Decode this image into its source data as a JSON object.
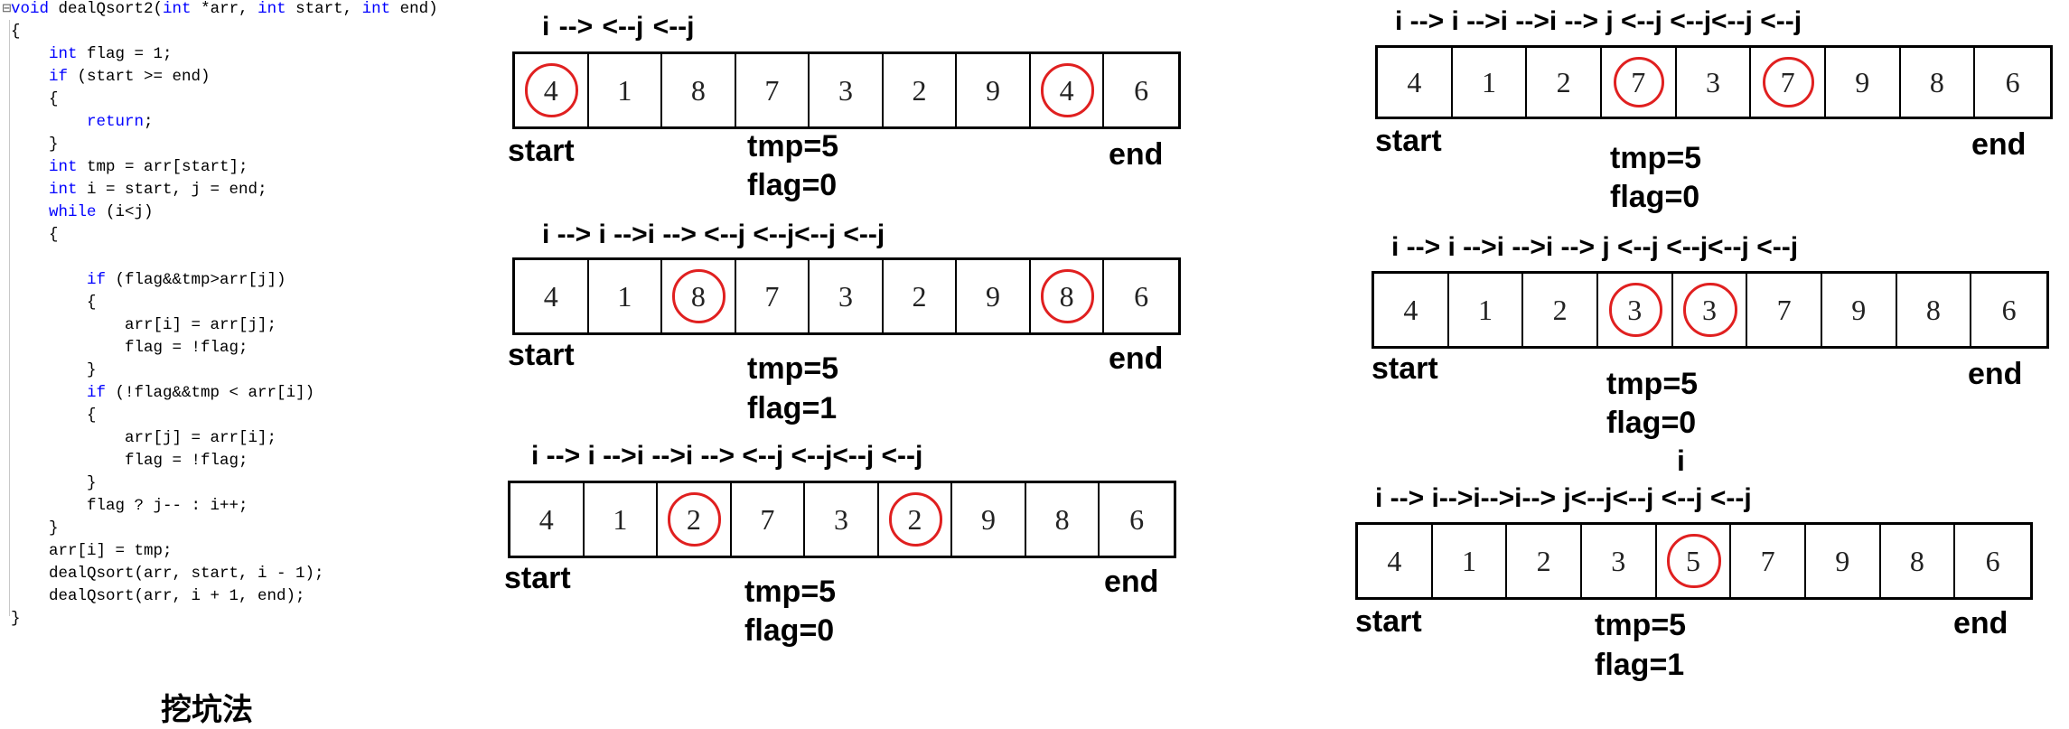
{
  "code": {
    "lines": [
      [
        [
          "void",
          "kw"
        ],
        [
          " dealQsort2(",
          ""
        ],
        [
          "int",
          "kw"
        ],
        [
          " *arr, ",
          ""
        ],
        [
          "int",
          "kw"
        ],
        [
          " start, ",
          ""
        ],
        [
          "int",
          "kw"
        ],
        [
          " end)",
          ""
        ]
      ],
      [
        [
          "{",
          ""
        ]
      ],
      [
        [
          "    ",
          ""
        ],
        [
          "int",
          "kw"
        ],
        [
          " flag = 1;",
          ""
        ]
      ],
      [
        [
          "    ",
          ""
        ],
        [
          "if",
          "kw"
        ],
        [
          " (start >= end)",
          ""
        ]
      ],
      [
        [
          "    {",
          ""
        ]
      ],
      [
        [
          "        ",
          ""
        ],
        [
          "return",
          "kw"
        ],
        [
          ";",
          ""
        ]
      ],
      [
        [
          "    }",
          ""
        ]
      ],
      [
        [
          "    ",
          ""
        ],
        [
          "int",
          "kw"
        ],
        [
          " tmp = arr[start];",
          ""
        ]
      ],
      [
        [
          "    ",
          ""
        ],
        [
          "int",
          "kw"
        ],
        [
          " i = start, j = end;",
          ""
        ]
      ],
      [
        [
          "    ",
          ""
        ],
        [
          "while",
          "kw"
        ],
        [
          " (i<j)",
          ""
        ]
      ],
      [
        [
          "    {",
          ""
        ]
      ],
      [
        [
          "",
          ""
        ]
      ],
      [
        [
          "        ",
          ""
        ],
        [
          "if",
          "kw"
        ],
        [
          " (flag&&tmp>arr[j])",
          ""
        ]
      ],
      [
        [
          "        {",
          ""
        ]
      ],
      [
        [
          "            arr[i] = arr[j];",
          ""
        ]
      ],
      [
        [
          "            flag = !flag;",
          ""
        ]
      ],
      [
        [
          "        }",
          ""
        ]
      ],
      [
        [
          "        ",
          ""
        ],
        [
          "if",
          "kw"
        ],
        [
          " (!flag&&tmp < arr[i])",
          ""
        ]
      ],
      [
        [
          "        {",
          ""
        ]
      ],
      [
        [
          "            arr[j] = arr[i];",
          ""
        ]
      ],
      [
        [
          "            flag = !flag;",
          ""
        ]
      ],
      [
        [
          "        }",
          ""
        ]
      ],
      [
        [
          "        flag ? j-- : i++;",
          ""
        ]
      ],
      [
        [
          "    }",
          ""
        ]
      ],
      [
        [
          "    arr[i] = tmp;",
          ""
        ]
      ],
      [
        [
          "    dealQsort(arr, start, i - 1);",
          ""
        ]
      ],
      [
        [
          "    dealQsort(arr, i + 1, end);",
          ""
        ]
      ],
      [
        [
          "}",
          ""
        ]
      ]
    ],
    "fold_marker": "⊟"
  },
  "caption": "挖坑法",
  "colors": {
    "circle": "#e02020",
    "keyword": "#0000ff"
  },
  "panels": [
    {
      "arrows": "i -->                                    <--j <--j",
      "values": [
        "4",
        "1",
        "8",
        "7",
        "3",
        "2",
        "9",
        "4",
        "6"
      ],
      "circled": [
        0,
        7
      ],
      "start": "start",
      "end": "end",
      "tmp": "tmp=5",
      "flag": "flag=0"
    },
    {
      "arrows": "i --> i -->i -->             <--j <--j<--j <--j",
      "values": [
        "4",
        "1",
        "8",
        "7",
        "3",
        "2",
        "9",
        "8",
        "6"
      ],
      "circled": [
        2,
        7
      ],
      "start": "start",
      "end": "end",
      "tmp": "tmp=5",
      "flag": "flag=1"
    },
    {
      "arrows": "i --> i -->i -->i -->     <--j <--j<--j <--j",
      "values": [
        "4",
        "1",
        "2",
        "7",
        "3",
        "2",
        "9",
        "8",
        "6"
      ],
      "circled": [
        2,
        5
      ],
      "start": "start",
      "end": "end",
      "tmp": "tmp=5",
      "flag": "flag=0"
    },
    {
      "arrows": "i --> i -->i -->i --> j <--j <--j<--j <--j",
      "values": [
        "4",
        "1",
        "2",
        "7",
        "3",
        "7",
        "9",
        "8",
        "6"
      ],
      "circled": [
        3,
        5
      ],
      "start": "start",
      "end": "end",
      "tmp": "tmp=5",
      "flag": "flag=0"
    },
    {
      "arrows": "i --> i -->i -->i --> j <--j <--j<--j <--j",
      "values": [
        "4",
        "1",
        "2",
        "3",
        "3",
        "7",
        "9",
        "8",
        "6"
      ],
      "circled": [
        3,
        4
      ],
      "start": "start",
      "end": "end",
      "tmp": "tmp=5",
      "flag": "flag=0"
    },
    {
      "arrows": "i --> i-->i-->i--> j<--j<--j <--j <--j",
      "extra": "i",
      "values": [
        "4",
        "1",
        "2",
        "3",
        "5",
        "7",
        "9",
        "8",
        "6"
      ],
      "circled": [
        4
      ],
      "start": "start",
      "end": "end",
      "tmp": "tmp=5",
      "flag": "flag=1"
    }
  ]
}
